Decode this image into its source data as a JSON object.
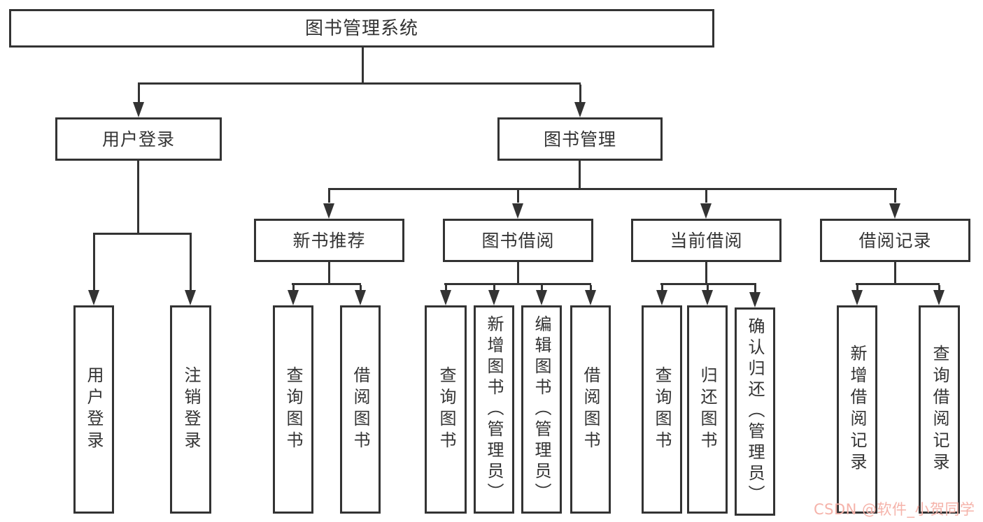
{
  "diagram_type": "hierarchy-tree",
  "tree": {
    "label": "图书管理系统",
    "children": [
      {
        "label": "用户登录",
        "children": [
          {
            "label": "用户登录"
          },
          {
            "label": "注销登录"
          }
        ]
      },
      {
        "label": "图书管理",
        "children": [
          {
            "label": "新书推荐",
            "children": [
              {
                "label": "查询图书"
              },
              {
                "label": "借阅图书"
              }
            ]
          },
          {
            "label": "图书借阅",
            "children": [
              {
                "label": "查询图书"
              },
              {
                "label": "新增图书（管理员）"
              },
              {
                "label": "编辑图书（管理员）"
              },
              {
                "label": "借阅图书"
              }
            ]
          },
          {
            "label": "当前借阅",
            "children": [
              {
                "label": "查询图书"
              },
              {
                "label": "归还图书"
              },
              {
                "label": "确认归还（管理员）"
              }
            ]
          },
          {
            "label": "借阅记录",
            "children": [
              {
                "label": "新增借阅记录"
              },
              {
                "label": "查询借阅记录"
              }
            ]
          }
        ]
      }
    ]
  },
  "watermark": {
    "text": "CSDN @软件_小贺同学",
    "color": "#f5b3aa"
  },
  "colors": {
    "line": "#333333",
    "background": "#ffffff",
    "text": "#333333"
  }
}
